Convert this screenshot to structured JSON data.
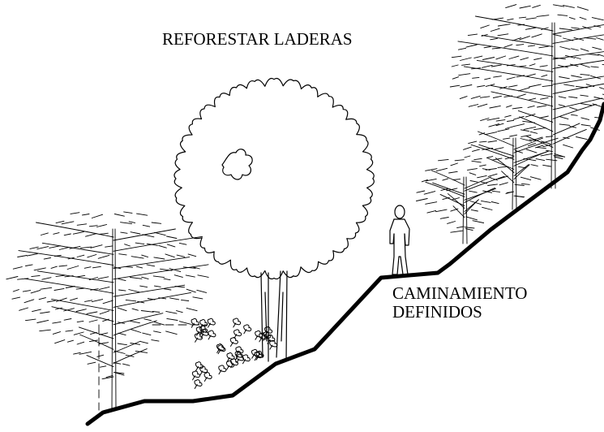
{
  "title": "REFORESTAR LADERAS",
  "annotation": {
    "line1": "CAMINAMIENTO",
    "line2": "DEFINIDOS"
  },
  "colors": {
    "ink": "#000000",
    "background": "#ffffff"
  }
}
